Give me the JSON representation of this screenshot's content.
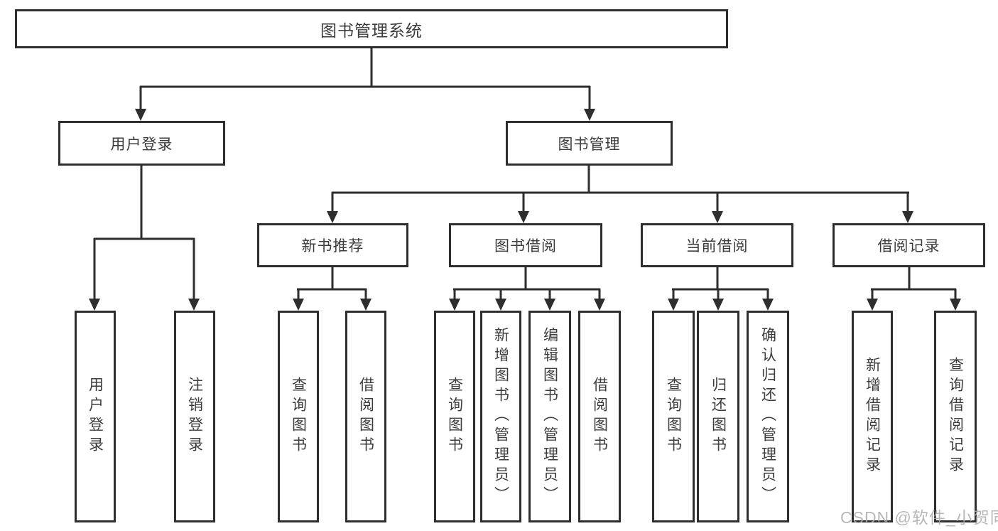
{
  "diagram": {
    "root": {
      "label": "图书管理系统"
    },
    "branches": [
      {
        "label": "用户登录"
      },
      {
        "label": "图书管理"
      }
    ],
    "modules": [
      {
        "label": "新书推荐"
      },
      {
        "label": "图书借阅"
      },
      {
        "label": "当前借阅"
      },
      {
        "label": "借阅记录"
      }
    ],
    "leaves": [
      {
        "label": "用户登录"
      },
      {
        "label": "注销登录"
      },
      {
        "label": "查询图书"
      },
      {
        "label": "借阅图书"
      },
      {
        "label": "查询图书"
      },
      {
        "label": "新增图书（管理员）"
      },
      {
        "label": "编辑图书（管理员）"
      },
      {
        "label": "借阅图书"
      },
      {
        "label": "查询图书"
      },
      {
        "label": "归还图书"
      },
      {
        "label": "确认归还（管理员）"
      },
      {
        "label": "新增借阅记录"
      },
      {
        "label": "查询借阅记录"
      }
    ],
    "watermark": {
      "text": "CSDN @软件_小贺同学"
    },
    "colors": {
      "line": "#2e2e2e",
      "text": "#3c3c3c",
      "watermark": "#ababab",
      "background": "#ffffff"
    }
  }
}
